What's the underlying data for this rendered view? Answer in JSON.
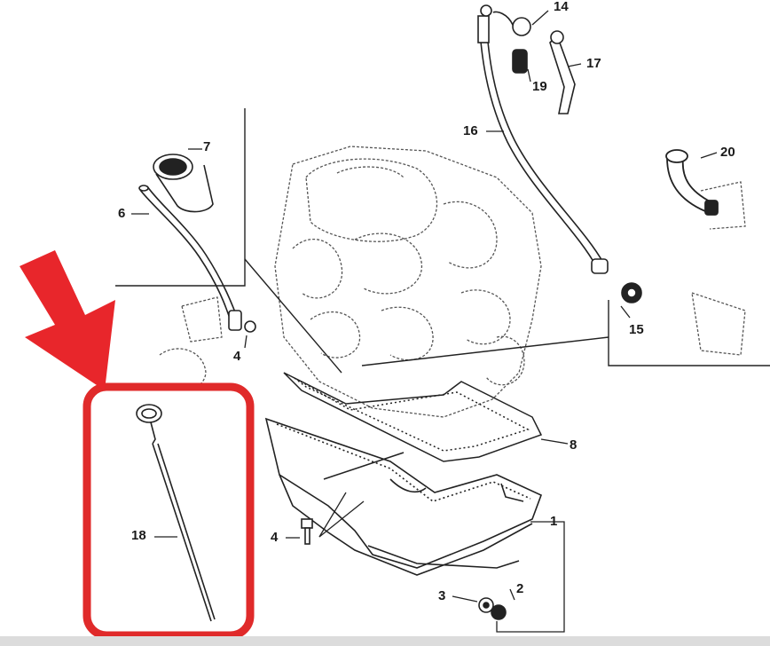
{
  "diagram": {
    "callouts": {
      "c1": "1",
      "c2": "2",
      "c3": "3",
      "c4a": "4",
      "c4b": "4",
      "c6": "6",
      "c7": "7",
      "c8": "8",
      "c14": "14",
      "c15": "15",
      "c16": "16",
      "c17": "17",
      "c18": "18",
      "c19": "19",
      "c20": "20"
    },
    "highlight": {
      "arrow_color": "#e8262b",
      "box_color": "#e02a2a"
    }
  }
}
